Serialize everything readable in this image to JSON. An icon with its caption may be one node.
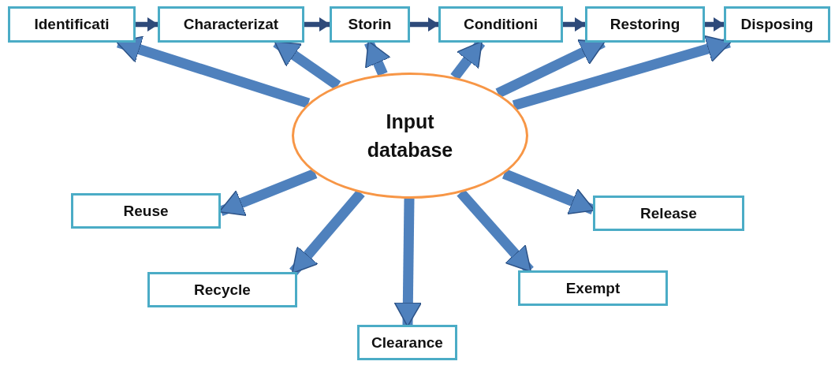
{
  "diagram": {
    "nodes": [
      {
        "text": [
          "Identificati"
        ]
      },
      {
        "text": [
          "Characterizat"
        ]
      },
      {
        "text": [
          "Storin"
        ]
      },
      {
        "text": [
          "Conditioni"
        ]
      },
      {
        "text": [
          "Restoring"
        ]
      },
      {
        "text": [
          "Disposing"
        ]
      },
      {
        "text": [
          "Input database"
        ]
      },
      {
        "text": [
          "Reuse"
        ]
      },
      {
        "text": [
          "Release"
        ]
      },
      {
        "text": [
          "Recycle"
        ]
      },
      {
        "text": [
          "Exempt"
        ]
      },
      {
        "text": [
          "Clearance"
        ]
      }
    ],
    "edges": [
      {
        "from": 0,
        "to": 1,
        "arrow": "to",
        "color": "#2e4a7a"
      },
      {
        "from": 1,
        "to": 2,
        "arrow": "to",
        "color": "#2e4a7a"
      },
      {
        "from": 2,
        "to": 3,
        "arrow": "to",
        "color": "#2e4a7a"
      },
      {
        "from": 3,
        "to": 4,
        "arrow": "to",
        "color": "#2e4a7a"
      },
      {
        "from": 4,
        "to": 5,
        "arrow": "to",
        "color": "#2e4a7a"
      },
      {
        "from": 6,
        "to": 0,
        "arrow": "to"
      },
      {
        "from": 6,
        "to": 1,
        "arrow": "to"
      },
      {
        "from": 6,
        "to": 2,
        "arrow": "to"
      },
      {
        "from": 6,
        "to": 3,
        "arrow": "to"
      },
      {
        "from": 6,
        "to": 4,
        "arrow": "to"
      },
      {
        "from": 6,
        "to": 5,
        "arrow": "to"
      },
      {
        "from": 6,
        "to": 7,
        "arrow": "to"
      },
      {
        "from": 6,
        "to": 8,
        "arrow": "to"
      },
      {
        "from": 6,
        "to": 9,
        "arrow": "to"
      },
      {
        "from": 6,
        "to": 10,
        "arrow": "to"
      },
      {
        "from": 6,
        "to": 11,
        "arrow": "to"
      }
    ]
  }
}
